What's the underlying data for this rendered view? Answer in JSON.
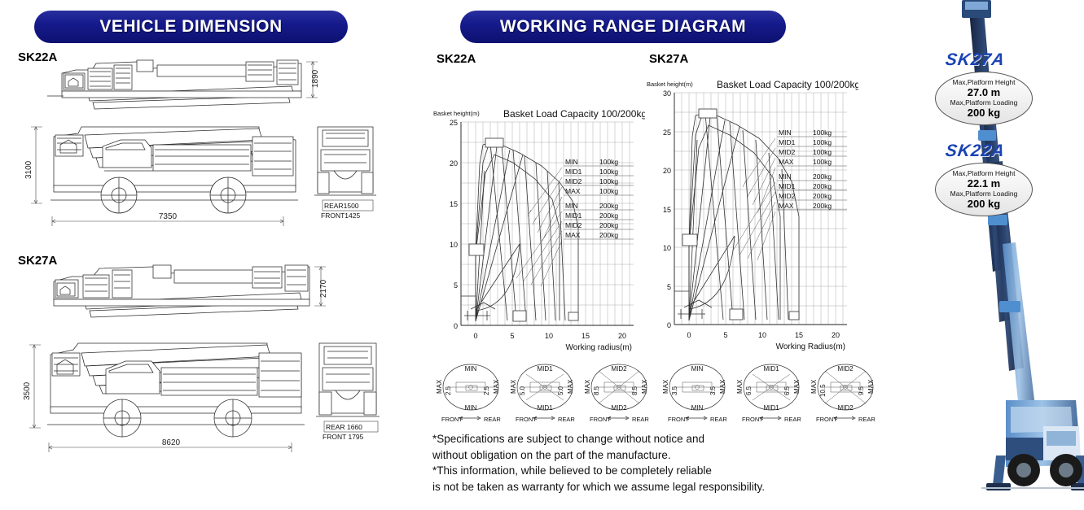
{
  "headers": {
    "vehicle_dimension": "VEHICLE DIMENSION",
    "working_range": "WORKING RANGE DIAGRAM"
  },
  "models": {
    "sk22a": "SK22A",
    "sk27a": "SK27A"
  },
  "vehicle_dimension": {
    "sk22a": {
      "model": "SK22A",
      "upper_height": "1890",
      "side_height": "3100",
      "overall_length": "7350",
      "rear_width": "REAR1500",
      "front_width": "FRONT1425"
    },
    "sk27a": {
      "model": "SK27A",
      "upper_height": "2170",
      "side_height": "3500",
      "overall_length": "8620",
      "rear_width": "REAR  1660",
      "front_width": "FRONT 1795"
    }
  },
  "chart_data": [
    {
      "type": "line",
      "model": "SK22A",
      "title": "Basket Load Capacity 100/200kg",
      "ylabel": "Basket height(m)",
      "xlabel": "Working radius(m)",
      "ylim": [
        0,
        25
      ],
      "xlim": [
        -2,
        21
      ],
      "yticks": [
        "0",
        "5",
        "10",
        "15",
        "20",
        "25"
      ],
      "xticks": [
        "0",
        "5",
        "10",
        "15",
        "20"
      ],
      "grid": true,
      "max_basket_height": 22.1,
      "max_working_radius": 14.0,
      "legend_position": "right",
      "legend": [
        {
          "label": "MIN",
          "capacity": "100kg"
        },
        {
          "label": "MID1",
          "capacity": "100kg"
        },
        {
          "label": "MID2",
          "capacity": "100kg"
        },
        {
          "label": "MAX",
          "capacity": "100kg"
        },
        {
          "label": "MIN",
          "capacity": "200kg"
        },
        {
          "label": "MID1",
          "capacity": "200kg"
        },
        {
          "label": "MID2",
          "capacity": "200kg"
        },
        {
          "label": "MAX",
          "capacity": "200kg"
        }
      ],
      "envelope_100kg": [
        [
          0.0,
          0.5
        ],
        [
          0.0,
          9.0
        ],
        [
          1.0,
          20.0
        ],
        [
          1.8,
          22.2
        ],
        [
          3.2,
          22.3
        ],
        [
          6.0,
          21.2
        ],
        [
          9.0,
          19.6
        ],
        [
          11.5,
          17.6
        ],
        [
          13.3,
          15.3
        ],
        [
          14.0,
          12.0
        ],
        [
          14.0,
          0.6
        ],
        [
          5.8,
          0.6
        ],
        [
          5.2,
          2.0
        ],
        [
          0.0,
          0.5
        ]
      ],
      "envelope_200kg": [
        [
          0.0,
          0.5
        ],
        [
          0.0,
          8.8
        ],
        [
          1.2,
          18.5
        ],
        [
          2.6,
          21.0
        ],
        [
          5.5,
          20.0
        ],
        [
          8.5,
          17.8
        ],
        [
          10.8,
          15.0
        ],
        [
          12.0,
          12.0
        ],
        [
          12.0,
          0.6
        ],
        [
          5.8,
          0.6
        ]
      ]
    },
    {
      "type": "line",
      "model": "SK27A",
      "title": "Basket Load Capacity 100/200kg",
      "ylabel": "Basket height(m)",
      "xlabel": "Working Radius(m)",
      "ylim": [
        0,
        30
      ],
      "xlim": [
        -2,
        21
      ],
      "yticks": [
        "0",
        "5",
        "10",
        "15",
        "20",
        "25",
        "30"
      ],
      "xticks": [
        "0",
        "5",
        "10",
        "15",
        "20"
      ],
      "grid": true,
      "max_basket_height": 27.0,
      "max_working_radius": 15.0,
      "legend_position": "right",
      "legend": [
        {
          "label": "MIN",
          "capacity": "100kg"
        },
        {
          "label": "MID1",
          "capacity": "100kg"
        },
        {
          "label": "MID2",
          "capacity": "100kg"
        },
        {
          "label": "MAX",
          "capacity": "100kg"
        },
        {
          "label": "MIN",
          "capacity": "200kg"
        },
        {
          "label": "MID1",
          "capacity": "200kg"
        },
        {
          "label": "MID2",
          "capacity": "200kg"
        },
        {
          "label": "MAX",
          "capacity": "200kg"
        }
      ],
      "envelope_100kg": [
        [
          0.0,
          0.5
        ],
        [
          0.0,
          10.5
        ],
        [
          1.2,
          24.5
        ],
        [
          2.2,
          27.0
        ],
        [
          4.0,
          27.1
        ],
        [
          7.0,
          25.8
        ],
        [
          10.0,
          24.0
        ],
        [
          12.5,
          21.5
        ],
        [
          14.3,
          18.5
        ],
        [
          15.0,
          14.0
        ],
        [
          15.0,
          0.6
        ],
        [
          6.5,
          0.6
        ],
        [
          5.8,
          2.0
        ],
        [
          0.0,
          0.5
        ]
      ],
      "envelope_200kg": [
        [
          0.0,
          0.5
        ],
        [
          0.0,
          10.2
        ],
        [
          1.5,
          22.5
        ],
        [
          3.0,
          25.5
        ],
        [
          6.0,
          24.2
        ],
        [
          9.5,
          21.8
        ],
        [
          12.0,
          18.0
        ],
        [
          13.2,
          14.0
        ],
        [
          13.2,
          0.6
        ],
        [
          6.5,
          0.6
        ]
      ]
    }
  ],
  "rotation_diagrams": {
    "sk22a": [
      {
        "position": "MIN",
        "left_value": "2.5",
        "right_value": "2.5",
        "left_cap": "MAX",
        "right_cap": "MAX",
        "front": "FRONT",
        "rear": "REAR"
      },
      {
        "position": "MID1",
        "left_value": "5.0",
        "right_value": "5.0",
        "left_cap": "MAX",
        "right_cap": "MAX",
        "front": "FRONT",
        "rear": "REAR"
      },
      {
        "position": "MID2",
        "left_value": "8.5",
        "right_value": "8.5",
        "left_cap": "MAX",
        "right_cap": "MAX",
        "front": "FRONT",
        "rear": "REAR"
      }
    ],
    "sk27a": [
      {
        "position": "MIN",
        "left_value": "3.5",
        "right_value": "3.5",
        "left_cap": "MAX",
        "right_cap": "MAX",
        "front": "FRONT",
        "rear": "REAR"
      },
      {
        "position": "MID1",
        "left_value": "6.5",
        "right_value": "6.5",
        "left_cap": "MAX",
        "right_cap": "MAX",
        "front": "FRONT",
        "rear": "REAR"
      },
      {
        "position": "MID2",
        "left_value": "10.5",
        "right_value": "9.5",
        "left_cap": "MAX",
        "right_cap": "MAX",
        "front": "FRONT",
        "rear": "REAR"
      }
    ]
  },
  "notes": [
    "*Specifications are subject to change without notice and",
    "  without obligation on the part of the manufacture.",
    "*This information, while believed to be completely reliable",
    "  is not be taken as warranty for which we assume legal responsibility."
  ],
  "product_callouts": [
    {
      "model": "SK27A",
      "height_label": "Max,Platform Height",
      "height_value": "27.0 m",
      "load_label": "Max,Platform Loading",
      "load_value": "200 kg"
    },
    {
      "model": "SK22A",
      "height_label": "Max,Platform Height",
      "height_value": "22.1 m",
      "load_label": "Max,Platform Loading",
      "load_value": "200 kg"
    }
  ],
  "colors": {
    "header_blue": "#151a8c",
    "model_text_blue": "#1b43b5",
    "boom_blue": "#6c9fd4",
    "line_dark": "#2b2b2b"
  }
}
